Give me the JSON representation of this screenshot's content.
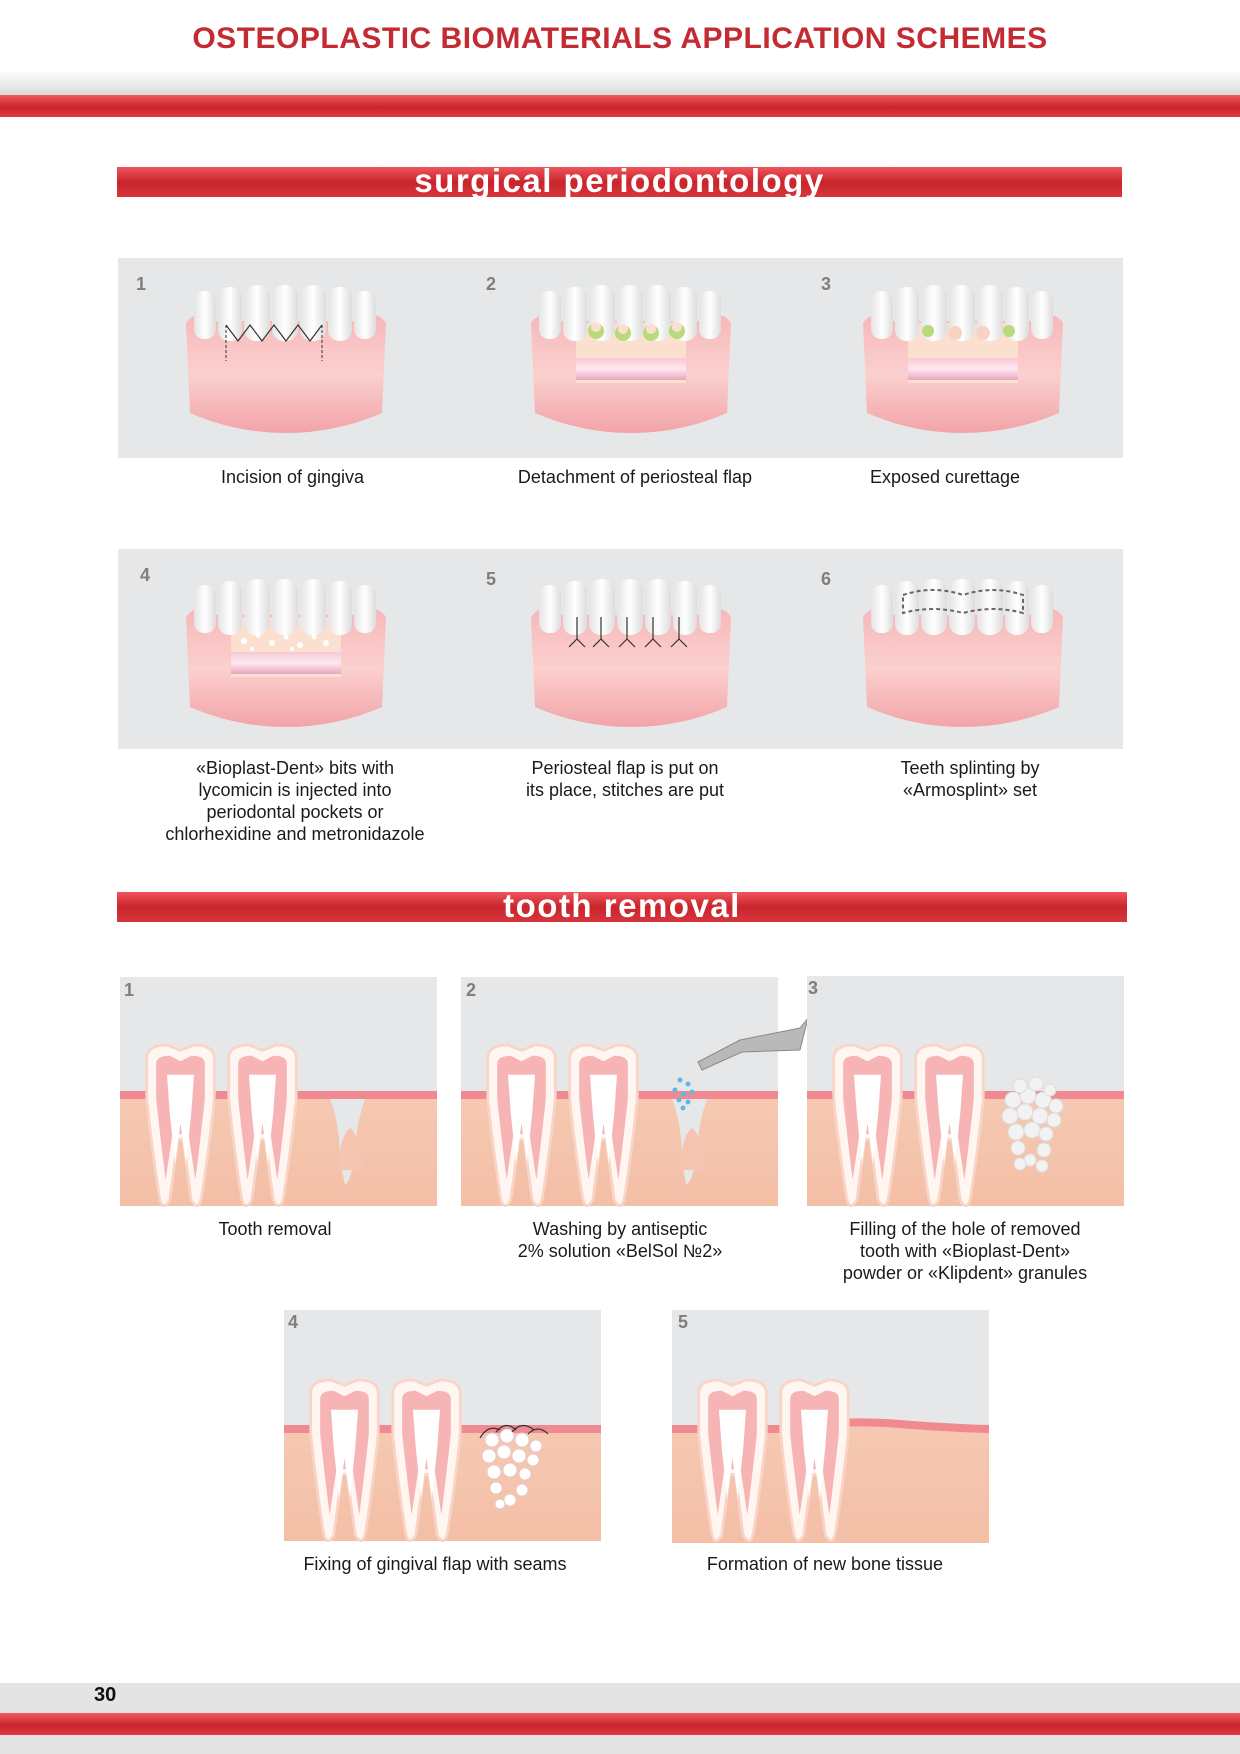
{
  "header": {
    "title": "OSTEOPLASTIC BIOMATERIALS APPLICATION SCHEMES"
  },
  "sections": {
    "perio": {
      "title": "surgical periodontology",
      "steps": [
        {
          "num": "1",
          "caption": [
            "Incision of gingiva"
          ]
        },
        {
          "num": "2",
          "caption": [
            "Detachment of periosteal flap"
          ]
        },
        {
          "num": "3",
          "caption": [
            "Exposed curettage"
          ]
        },
        {
          "num": "4",
          "caption": [
            "«Bioplast-Dent» bits with",
            "lycomicin is injected into",
            "periodontal pockets or",
            "chlorhexidine and metronidazole"
          ]
        },
        {
          "num": "5",
          "caption": [
            "Periosteal flap is put on",
            "its place, stitches are put"
          ]
        },
        {
          "num": "6",
          "caption": [
            "Teeth splinting by",
            "«Armosplint» set"
          ]
        }
      ]
    },
    "removal": {
      "title": "tooth removal",
      "steps": [
        {
          "num": "1",
          "caption": [
            "Tooth removal"
          ]
        },
        {
          "num": "2",
          "caption": [
            "Washing by antiseptic",
            "2% solution «BelSol №2»"
          ]
        },
        {
          "num": "3",
          "caption": [
            "Filling of the hole of removed",
            "tooth with «Bioplast-Dent»",
            "powder or «Klipdent» granules"
          ]
        },
        {
          "num": "4",
          "caption": [
            "Fixing of gingival flap with seams"
          ]
        },
        {
          "num": "5",
          "caption": [
            "Formation of new bone tissue"
          ]
        }
      ]
    }
  },
  "footer": {
    "page_number": "30"
  }
}
